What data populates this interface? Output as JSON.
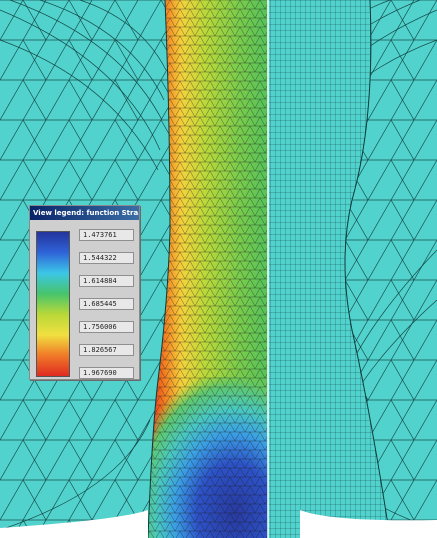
{
  "legend": {
    "title": "View legend: function Stra...",
    "values": [
      "1.473761",
      "1.544322",
      "1.614884",
      "1.685445",
      "1.756006",
      "1.826567",
      "1.967690"
    ]
  },
  "colors": {
    "background_mesh": "#52d2cc",
    "mesh_lines": "#0c3c3c",
    "scale": [
      "#24349c",
      "#2f64d8",
      "#3cc6e6",
      "#46c46c",
      "#b8d838",
      "#f0e040",
      "#f07a28",
      "#e02a22"
    ]
  }
}
